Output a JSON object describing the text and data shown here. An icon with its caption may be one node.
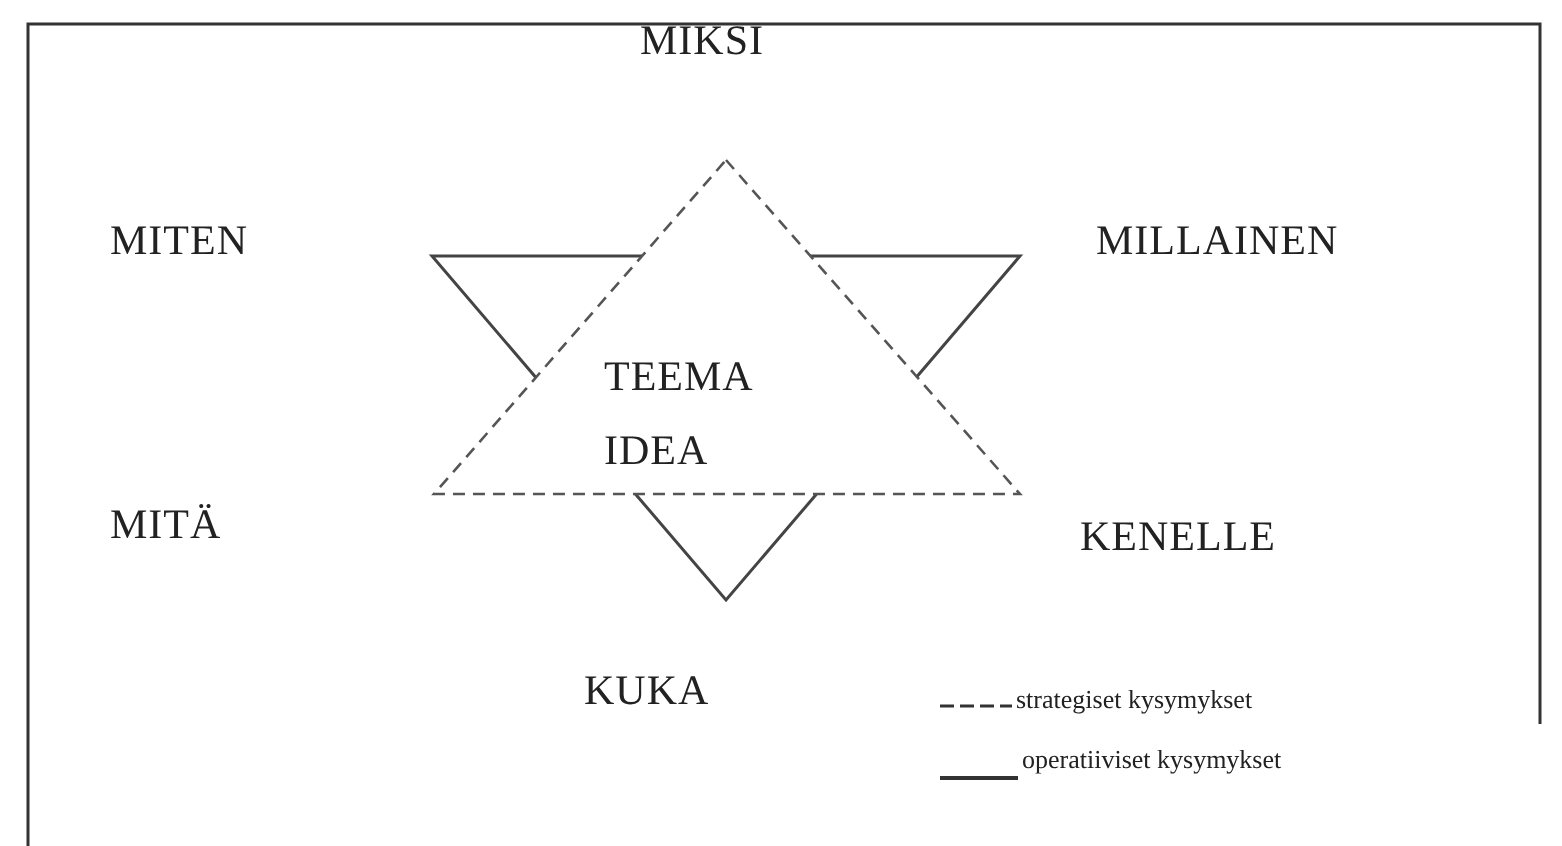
{
  "diagram": {
    "nodes": [
      {
        "text": [
          "TEEMA IDEA"
        ]
      }
    ],
    "labels": [
      "MIKSI",
      "MITEN",
      "MILLAINEN",
      "MITÄ",
      "KENELLE",
      "KUKA"
    ],
    "legend": [
      {
        "text": "strategiset kysymykset"
      },
      {
        "text": "operatiiviset kysymykset"
      }
    ]
  }
}
